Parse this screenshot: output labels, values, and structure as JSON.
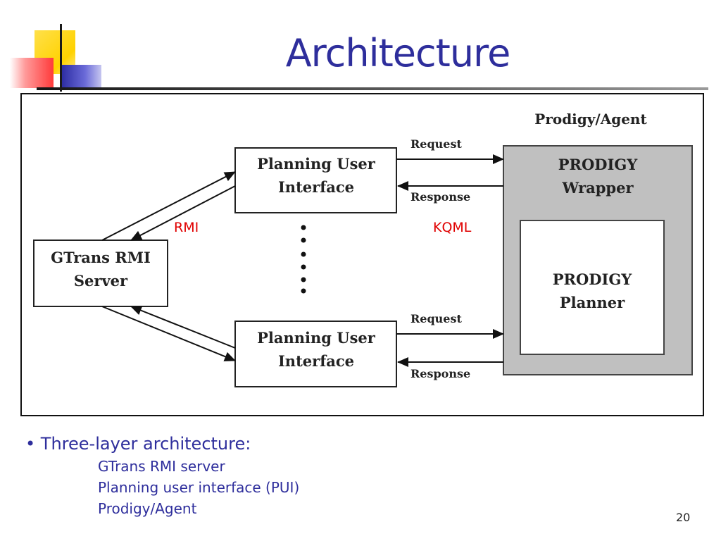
{
  "slide": {
    "title": "Architecture",
    "page_number": "20"
  },
  "diagram": {
    "agent_label": "Prodigy/Agent",
    "wrapper_line1": "PRODIGY",
    "wrapper_line2": "Wrapper",
    "planner_line1": "PRODIGY",
    "planner_line2": "Planner",
    "pui_top_line1": "Planning User",
    "pui_top_line2": "Interface",
    "pui_bottom_line1": "Planning User",
    "pui_bottom_line2": "Interface",
    "server_line1": "GTrans RMI",
    "server_line2": "Server",
    "request_top": "Request",
    "response_top": "Response",
    "request_bottom": "Request",
    "response_bottom": "Response",
    "rmi_label": "RMI",
    "kqml_label": "KQML"
  },
  "bullets": {
    "main": "• Three-layer architecture:",
    "items": [
      "GTrans RMI server",
      "Planning user interface (PUI)",
      "Prodigy/Agent"
    ]
  },
  "colors": {
    "title_blue": "#2e2e9c",
    "label_red": "#e00000",
    "wrapper_gray": "#c0c0c0"
  }
}
